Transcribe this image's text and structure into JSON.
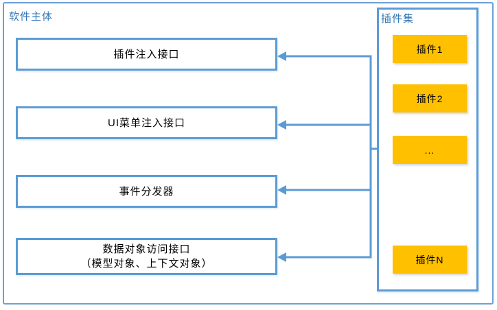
{
  "diagram": {
    "main_container_label": "软件主体",
    "plugin_container_label": "插件集",
    "interfaces": [
      {
        "label": "插件注入接口"
      },
      {
        "label": "UI菜单注入接口"
      },
      {
        "label": "事件分发器"
      },
      {
        "label": "数据对象访问接口",
        "label_line2": "（模型对象、上下文对象）"
      }
    ],
    "plugins": [
      {
        "label": "插件1"
      },
      {
        "label": "插件2"
      },
      {
        "label": "..."
      },
      {
        "label": "插件N"
      }
    ],
    "colors": {
      "box_border_blue": "#5B9BD5",
      "outer_border_blue": "#6C9FD8",
      "container_label_blue": "#2E75B6",
      "plugin_fill_yellow": "#FFC000",
      "box_text_black": "#000000",
      "background": "#FFFFFF"
    }
  }
}
